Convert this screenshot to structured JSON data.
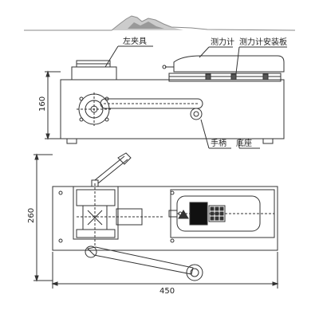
{
  "labels": {
    "left_clamp": "左夹具",
    "force_gauge": "测力计",
    "gauge_mount_plate": "测力计安装板",
    "handle": "手柄",
    "base": "底座"
  },
  "dimensions": {
    "side_height": "160",
    "top_depth": "260",
    "overall_length": "450"
  }
}
